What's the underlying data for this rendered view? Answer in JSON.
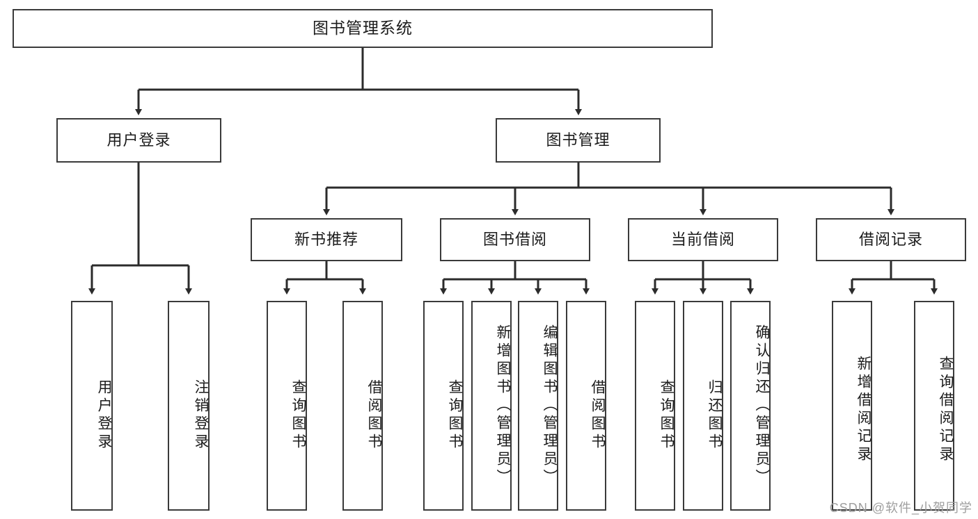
{
  "diagram": {
    "title": "图书管理系统",
    "type": "tree",
    "orientation": "top-down",
    "colors": {
      "box_border": "#3a3a3a",
      "box_fill": "#ffffff",
      "edge": "#2b2b2b",
      "text": "#1b1b1b",
      "watermark": "#9e9e9e",
      "background": "#ffffff"
    },
    "watermark": "CSDN @软件_小贺同学"
  },
  "nodes": {
    "root": {
      "id": "root",
      "label": "图书管理系统",
      "level": 1,
      "orientation": "horizontal"
    },
    "level2": [
      {
        "id": "user-login",
        "label": "用户登录",
        "level": 2,
        "orientation": "horizontal"
      },
      {
        "id": "book-manage",
        "label": "图书管理",
        "level": 2,
        "orientation": "horizontal"
      }
    ],
    "level3": [
      {
        "id": "new-book-rec",
        "label": "新书推荐",
        "level": 3,
        "orientation": "horizontal"
      },
      {
        "id": "book-borrow",
        "label": "图书借阅",
        "level": 3,
        "orientation": "horizontal"
      },
      {
        "id": "current-borrow",
        "label": "当前借阅",
        "level": 3,
        "orientation": "horizontal"
      },
      {
        "id": "borrow-record",
        "label": "借阅记录",
        "level": 3,
        "orientation": "horizontal"
      }
    ],
    "leaves": [
      {
        "id": "leaf-user-login",
        "label": "用户登录",
        "parent": "user-login",
        "orientation": "vertical"
      },
      {
        "id": "leaf-logout",
        "label": "注销登录",
        "parent": "user-login",
        "orientation": "vertical"
      },
      {
        "id": "leaf-query-book-1",
        "label": "查询图书",
        "parent": "new-book-rec",
        "orientation": "vertical"
      },
      {
        "id": "leaf-borrow-book-1",
        "label": "借阅图书",
        "parent": "new-book-rec",
        "orientation": "vertical"
      },
      {
        "id": "leaf-query-book-2",
        "label": "查询图书",
        "parent": "book-borrow",
        "orientation": "vertical"
      },
      {
        "id": "leaf-add-book",
        "label": "新增图书（管理员）",
        "parent": "book-borrow",
        "orientation": "vertical"
      },
      {
        "id": "leaf-edit-book",
        "label": "编辑图书（管理员）",
        "parent": "book-borrow",
        "orientation": "vertical"
      },
      {
        "id": "leaf-borrow-book-2",
        "label": "借阅图书",
        "parent": "book-borrow",
        "orientation": "vertical"
      },
      {
        "id": "leaf-query-book-3",
        "label": "查询图书",
        "parent": "current-borrow",
        "orientation": "vertical"
      },
      {
        "id": "leaf-return-book",
        "label": "归还图书",
        "parent": "current-borrow",
        "orientation": "vertical"
      },
      {
        "id": "leaf-confirm-return",
        "label": "确认归还（管理员）",
        "parent": "current-borrow",
        "orientation": "vertical"
      },
      {
        "id": "leaf-add-record",
        "label": "新增借阅记录",
        "parent": "borrow-record",
        "orientation": "vertical"
      },
      {
        "id": "leaf-query-record",
        "label": "查询借阅记录",
        "parent": "borrow-record",
        "orientation": "vertical"
      }
    ]
  }
}
